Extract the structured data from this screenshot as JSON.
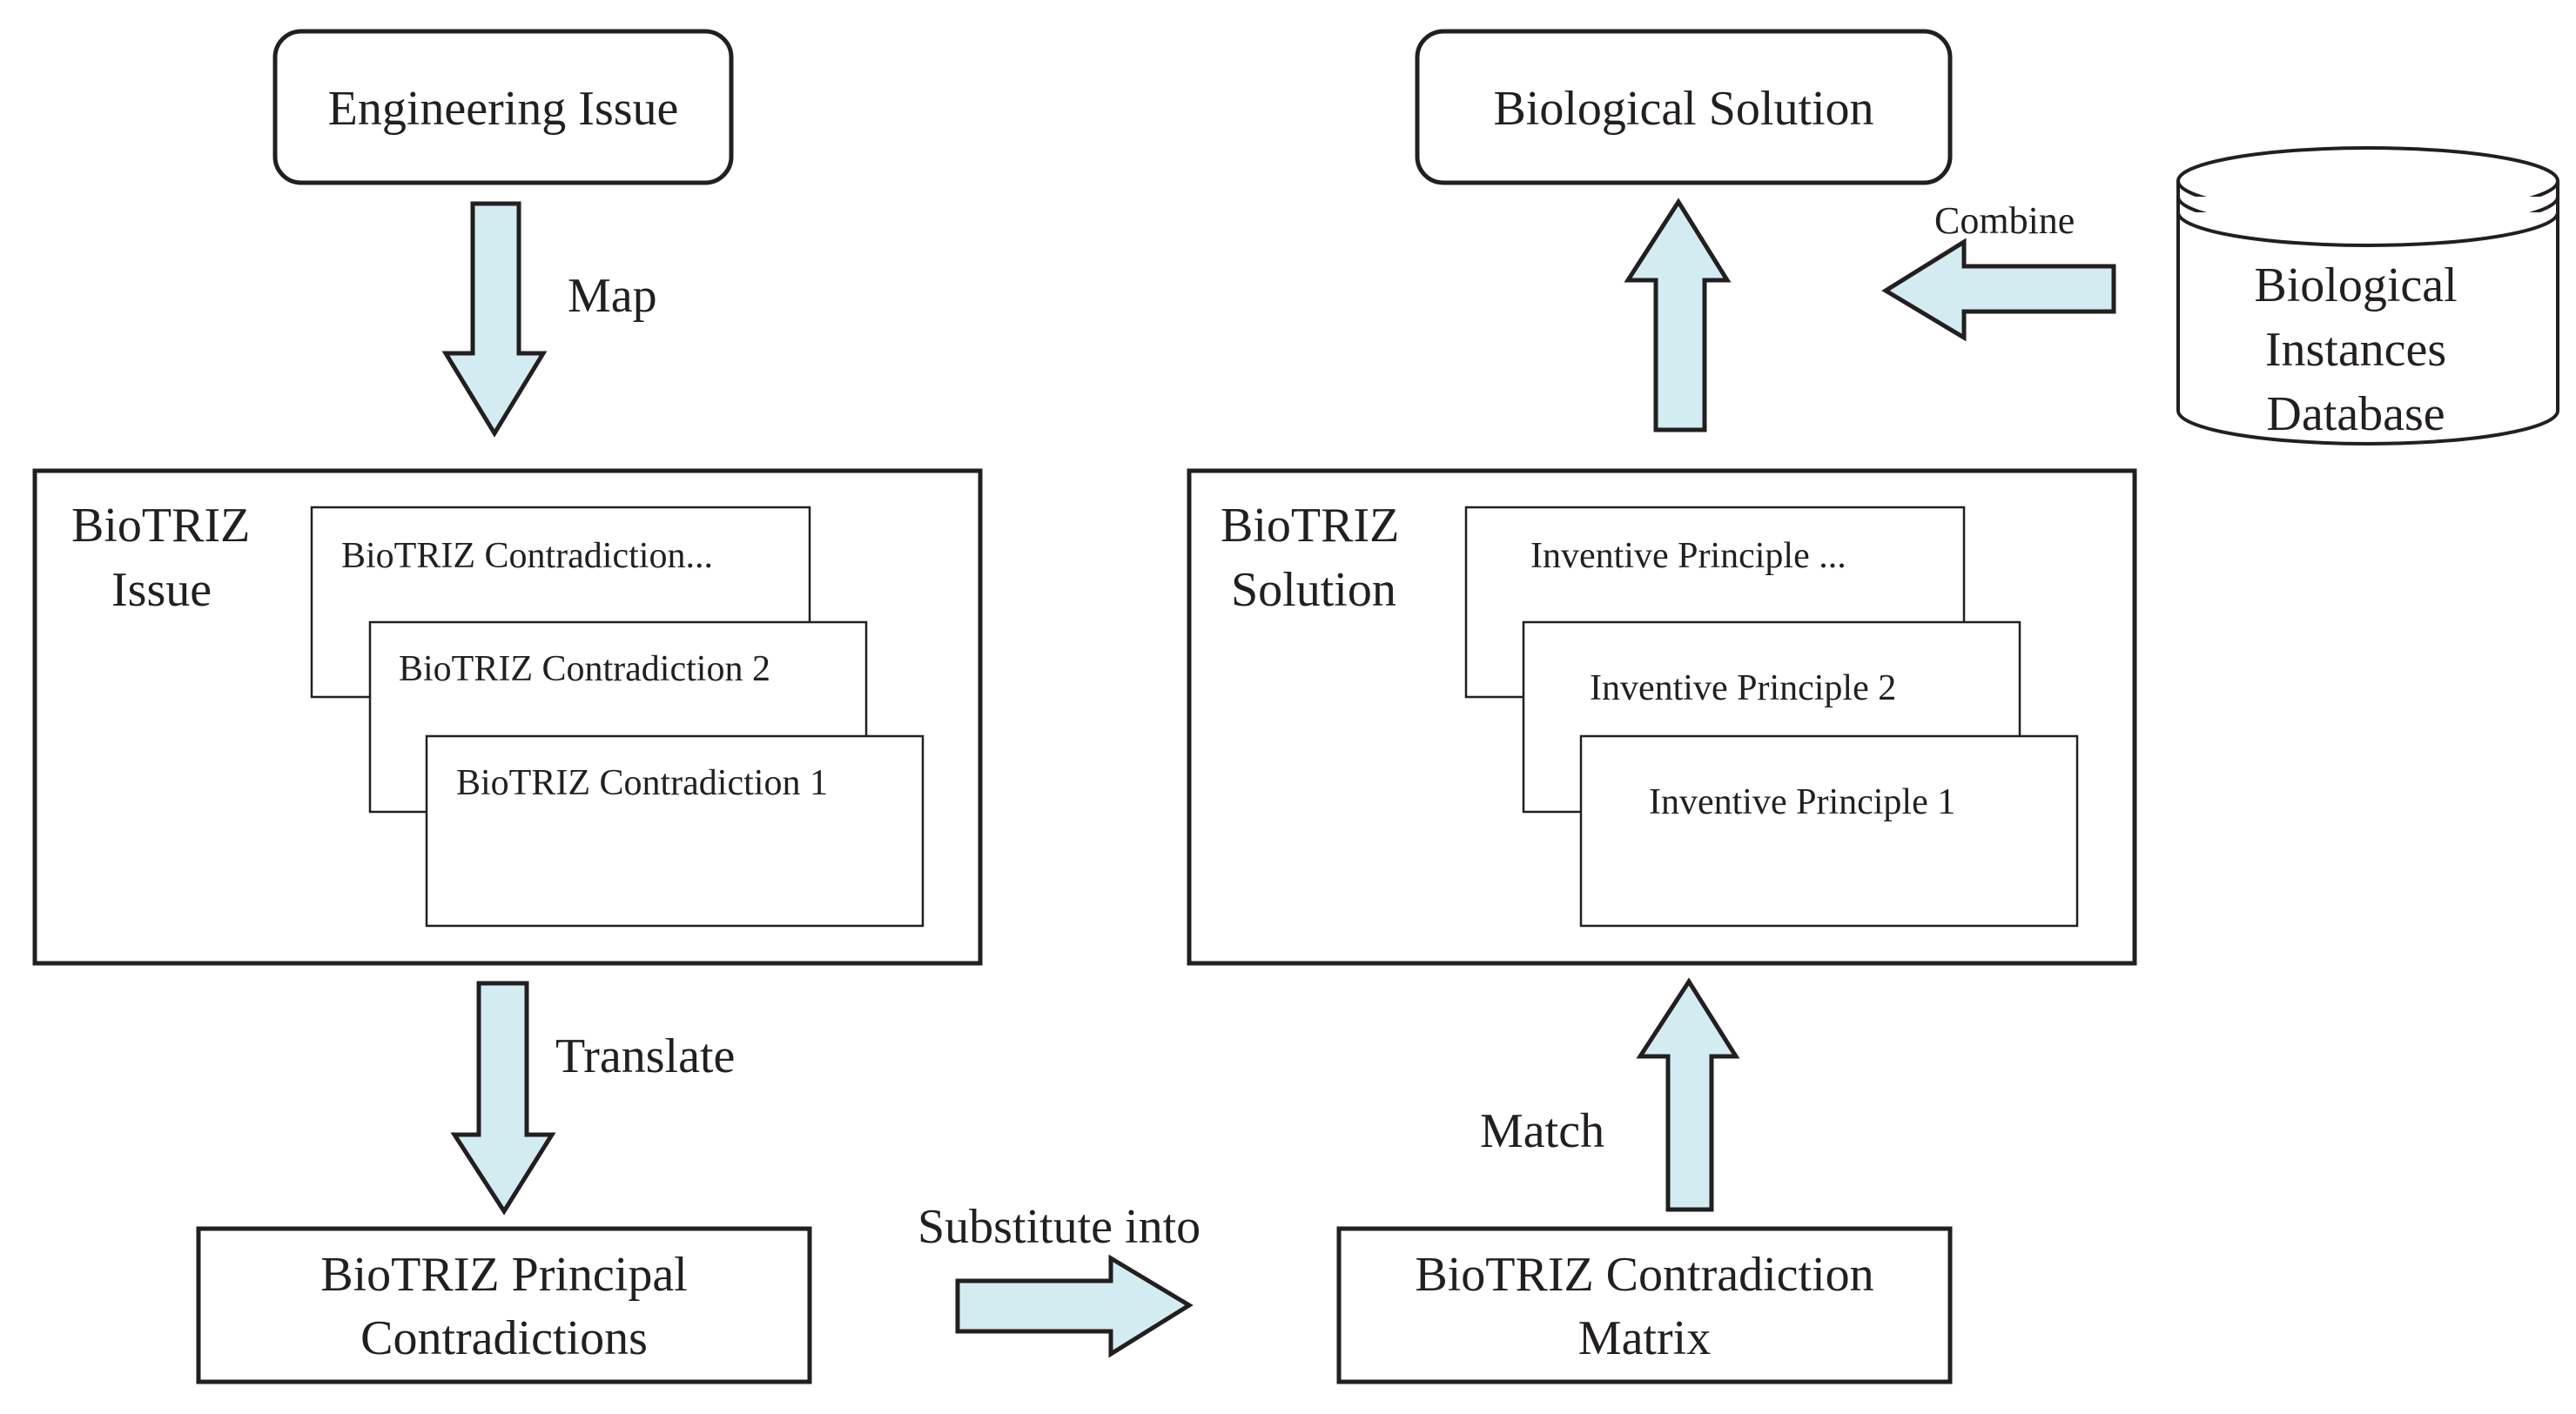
{
  "nodes": {
    "engineering_issue": "Engineering Issue",
    "biological_solution": "Biological Solution",
    "database": [
      "Biological",
      "Instances",
      "Database"
    ],
    "biotriz_issue": [
      "BioTRIZ",
      "Issue"
    ],
    "contradictions": [
      "BioTRIZ Contradiction...",
      "BioTRIZ Contradiction 2",
      "BioTRIZ Contradiction 1"
    ],
    "biotriz_solution": [
      "BioTRIZ",
      "Solution"
    ],
    "principles": [
      "Inventive Principle ...",
      "Inventive Principle 2",
      "Inventive Principle 1"
    ],
    "principal_contradictions": [
      "BioTRIZ Principal",
      "Contradictions"
    ],
    "contradiction_matrix": [
      "BioTRIZ Contradiction",
      "Matrix"
    ]
  },
  "edges": {
    "map": "Map",
    "translate": "Translate",
    "substitute": "Substitute into",
    "match": "Match",
    "combine": "Combine"
  },
  "colors": {
    "arrow_fill": "#d3ecf1",
    "stroke": "#231f20"
  }
}
